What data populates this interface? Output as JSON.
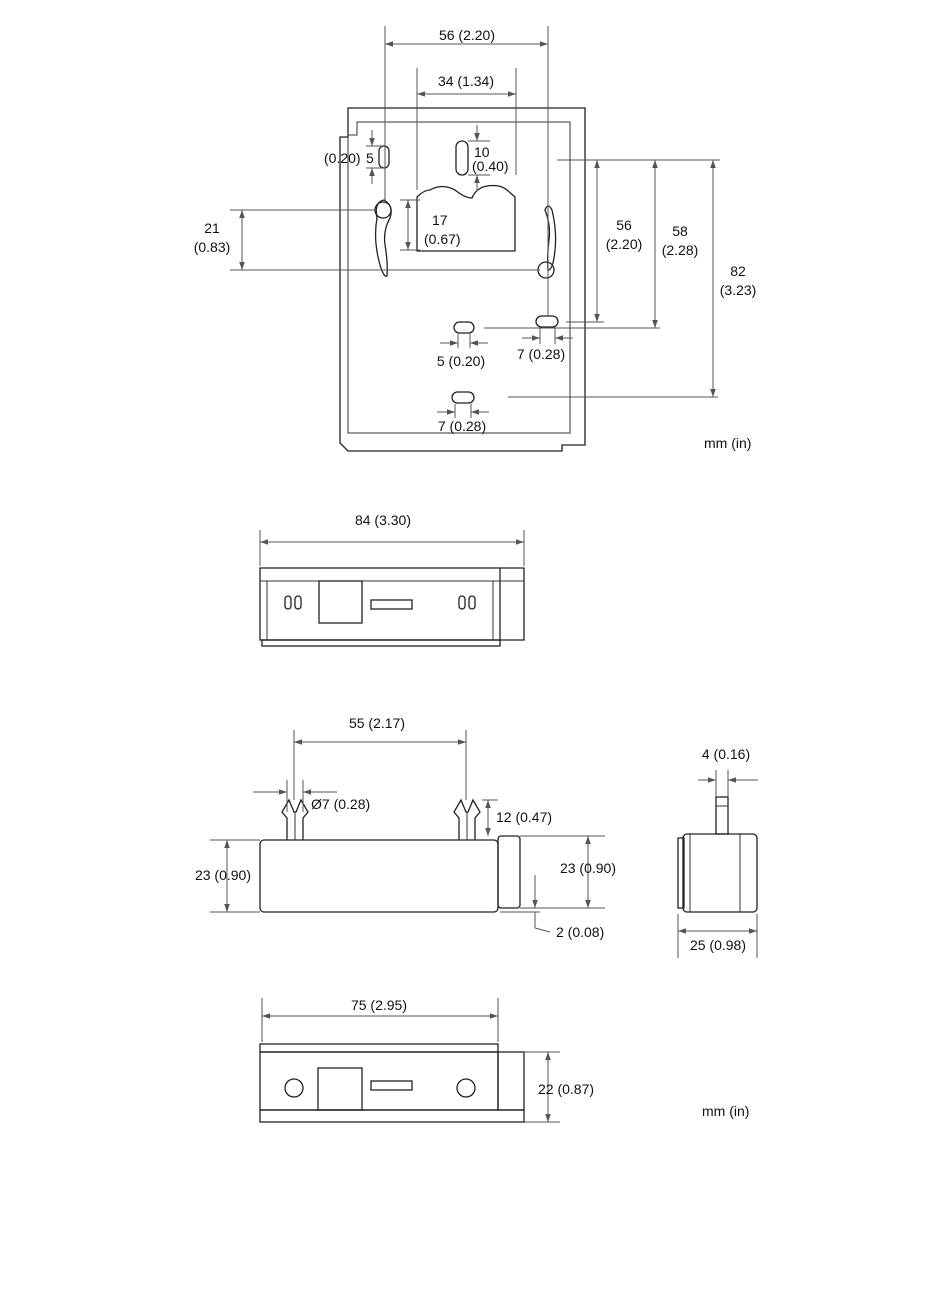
{
  "units_label": "mm (in)",
  "back_view": {
    "hole_spacing": "56 (2.20)",
    "center_width": "34 (1.34)",
    "small_slot_label_a": "(0.20)",
    "small_slot_label_b": "5",
    "top_slot_height_a": "10",
    "top_slot_height_b": "(0.40)",
    "keyhole_span_a": "21",
    "keyhole_span_b": "(0.83)",
    "tab_height_a": "17",
    "tab_height_b": "(0.67)",
    "v56_a": "56",
    "v56_b": "(2.20)",
    "v58_a": "58",
    "v58_b": "(2.28)",
    "v82_a": "82",
    "v82_b": "(3.23)",
    "slot_width_small": "5 (0.20)",
    "slot_width_mid": "7 (0.28)",
    "slot_width_bottom": "7 (0.28)"
  },
  "top_view": {
    "overall_length": "84 (3.30)"
  },
  "side_view": {
    "pin_spacing": "55 (2.17)",
    "pin_diameter": "Ø7 (0.28)",
    "pin_height": "12 (0.47)",
    "body_height_left": "23 (0.90)",
    "body_height_right": "23 (0.90)",
    "offset": "2 (0.08)"
  },
  "end_view": {
    "pin_width": "4 (0.16)",
    "depth": "25 (0.98)"
  },
  "bottom_view": {
    "length": "75 (2.95)",
    "height": "22 (0.87)"
  },
  "units_label_bottom": "mm (in)"
}
